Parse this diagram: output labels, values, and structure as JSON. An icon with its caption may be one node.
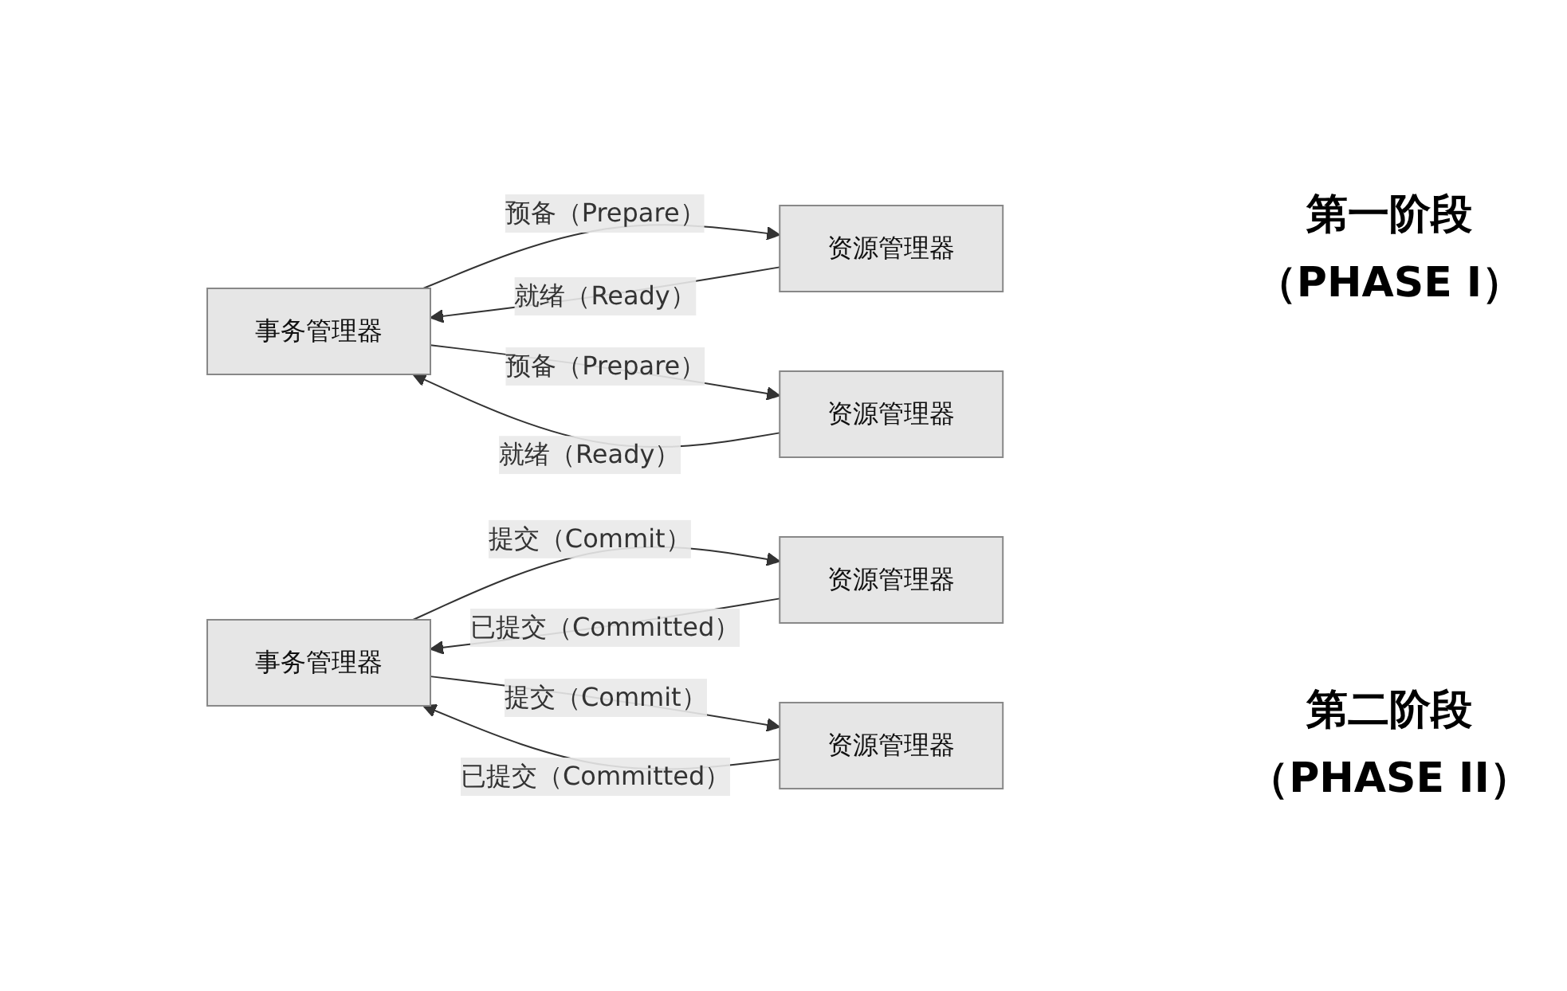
{
  "diagram": {
    "nodes": [
      {
        "text": [
          "事务管理器"
        ]
      },
      {
        "text": [
          "资源管理器"
        ]
      },
      {
        "text": [
          "资源管理器"
        ]
      },
      {
        "text": [
          "事务管理器"
        ]
      },
      {
        "text": [
          "资源管理器"
        ]
      },
      {
        "text": [
          "资源管理器"
        ]
      }
    ],
    "edges": [
      {
        "from": 0,
        "to": 1,
        "arrow": "to",
        "label": "预备（Prepare）"
      },
      {
        "from": 1,
        "to": 0,
        "arrow": "to",
        "label": "就绪（Ready）"
      },
      {
        "from": 0,
        "to": 2,
        "arrow": "to",
        "label": "预备（Prepare）"
      },
      {
        "from": 2,
        "to": 0,
        "arrow": "to",
        "label": "就绪（Ready）"
      },
      {
        "from": 3,
        "to": 4,
        "arrow": "to",
        "label": "提交（Commit）"
      },
      {
        "from": 4,
        "to": 3,
        "arrow": "to",
        "label": "已提交（Committed）"
      },
      {
        "from": 3,
        "to": 5,
        "arrow": "to",
        "label": "提交（Commit）"
      },
      {
        "from": 5,
        "to": 3,
        "arrow": "to",
        "label": "已提交（Committed）"
      }
    ],
    "labels": [
      "第一阶段",
      "（PHASE I）",
      "第二阶段",
      "（PHASE II）"
    ]
  }
}
